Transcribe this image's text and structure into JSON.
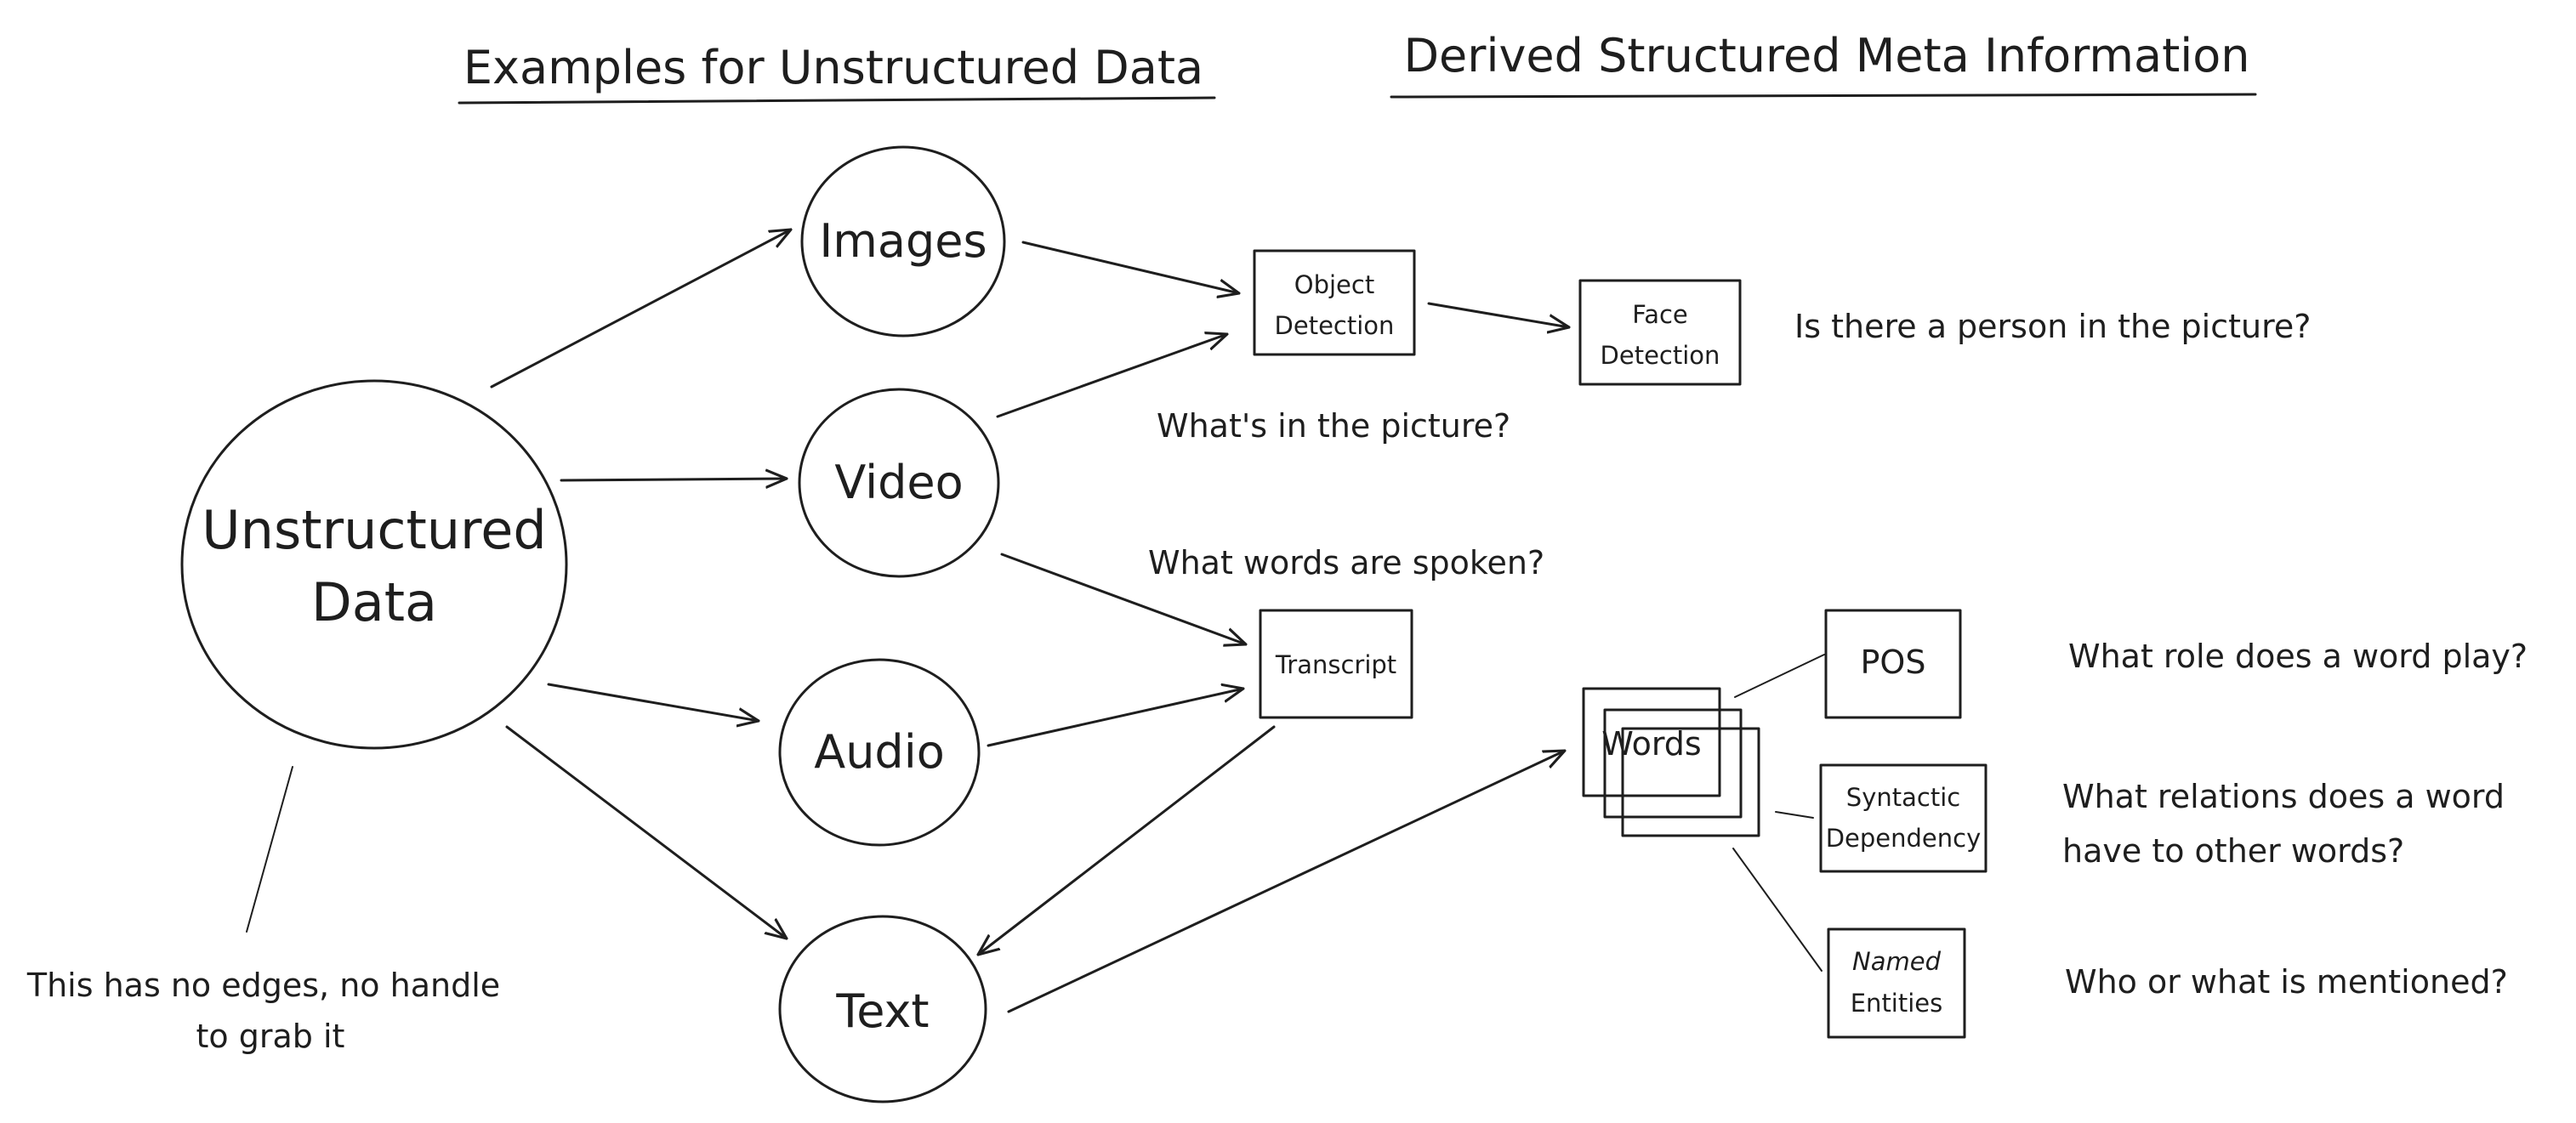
{
  "headings": {
    "left": "Examples for Unstructured Data",
    "right": "Derived Structured Meta Information"
  },
  "nodes": {
    "unstructured_line1": "Unstructured",
    "unstructured_line2": "Data",
    "images": "Images",
    "video": "Video",
    "audio": "Audio",
    "text": "Text"
  },
  "boxes": {
    "object_detection_line1": "Object",
    "object_detection_line2": "Detection",
    "face_detection_line1": "Face",
    "face_detection_line2": "Detection",
    "transcript": "Transcript",
    "words": "Words",
    "pos": "POS",
    "syntactic_line1": "Syntactic",
    "syntactic_line2": "Dependency",
    "named_line1": "Named",
    "named_line2": "Entities"
  },
  "annotations": {
    "whats_in_picture": "What's in the picture?",
    "person_in_picture": "Is there a person in the picture?",
    "words_spoken": "What words are spoken?",
    "role_word": "What role does a word play?",
    "relations_line1": "What relations does a word",
    "relations_line2": "have to other words?",
    "who_mentioned": "Who or what is mentioned?",
    "no_edges_line1": "This has no edges, no handle",
    "no_edges_line2": "to grab it"
  },
  "colors": {
    "stroke": "#1e1e1e",
    "background": "#ffffff"
  }
}
